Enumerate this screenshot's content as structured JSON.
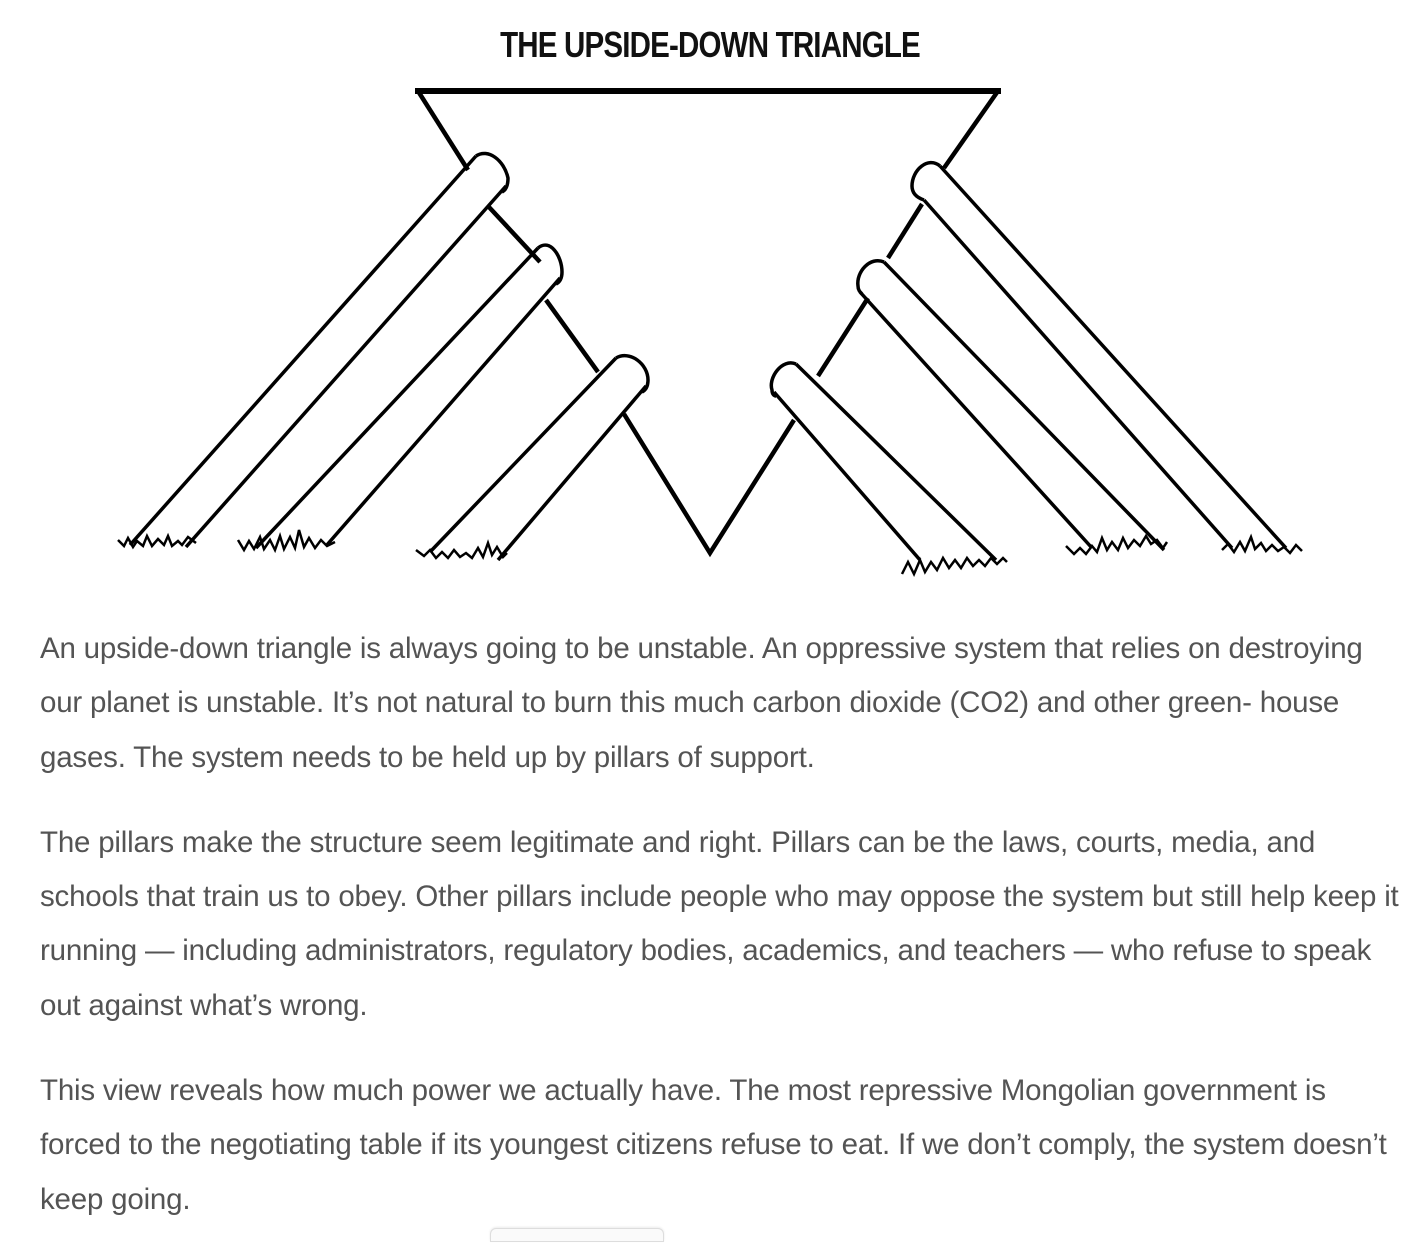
{
  "figure": {
    "title": "THE UPSIDE-DOWN TRIANGLE"
  },
  "article": {
    "paragraphs": [
      "An upside-down triangle is always going to be unstable. An oppressive system that relies on destroying our planet is unstable. It’s not natural to burn this much carbon dioxide (CO2) and other green- house gases. The system needs to be held up by pillars of support.",
      "The pillars make the structure seem legitimate and right. Pillars can be the laws, courts, media, and schools that train us to obey. Other pillars include people who may oppose the system but still help keep it running — including administrators, regulatory bodies, academics, and teachers — who refuse to speak out against what’s wrong.",
      "This view reveals how much power we actually have. The most repressive Mongolian government is forced to the negotiating table if its youngest citizens refuse to eat. If we don’t comply, the system doesn’t keep going."
    ]
  }
}
